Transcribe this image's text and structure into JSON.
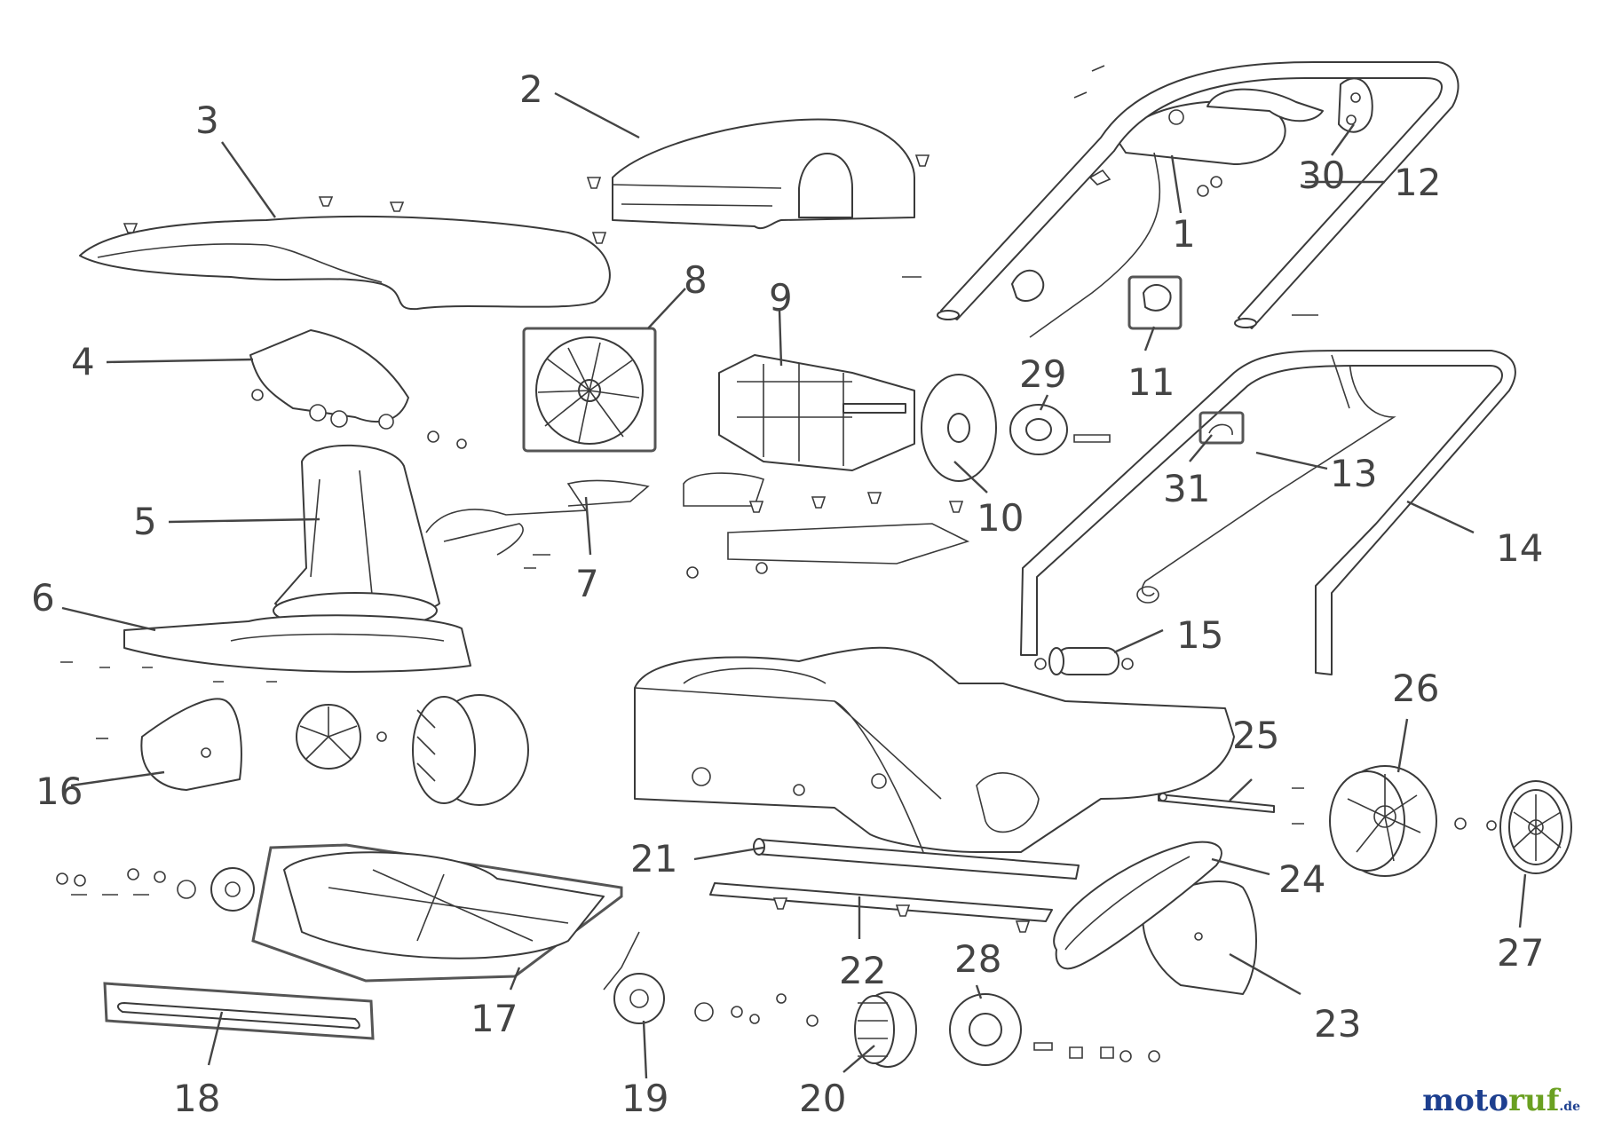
{
  "callouts": [
    {
      "id": "1",
      "text": "1"
    },
    {
      "id": "2",
      "text": "2"
    },
    {
      "id": "3",
      "text": "3"
    },
    {
      "id": "4",
      "text": "4"
    },
    {
      "id": "5",
      "text": "5"
    },
    {
      "id": "6",
      "text": "6"
    },
    {
      "id": "7",
      "text": "7"
    },
    {
      "id": "8",
      "text": "8"
    },
    {
      "id": "9",
      "text": "9"
    },
    {
      "id": "10",
      "text": "10"
    },
    {
      "id": "11",
      "text": "11"
    },
    {
      "id": "12",
      "text": "12"
    },
    {
      "id": "13",
      "text": "13"
    },
    {
      "id": "14",
      "text": "14"
    },
    {
      "id": "15",
      "text": "15"
    },
    {
      "id": "16",
      "text": "16"
    },
    {
      "id": "17",
      "text": "17"
    },
    {
      "id": "18",
      "text": "18"
    },
    {
      "id": "19",
      "text": "19"
    },
    {
      "id": "20",
      "text": "20"
    },
    {
      "id": "21",
      "text": "21"
    },
    {
      "id": "22a",
      "text": "22"
    },
    {
      "id": "22b",
      "text": "22"
    },
    {
      "id": "23",
      "text": "23"
    },
    {
      "id": "24",
      "text": "24"
    },
    {
      "id": "25",
      "text": "25"
    },
    {
      "id": "26",
      "text": "26"
    },
    {
      "id": "27",
      "text": "27"
    },
    {
      "id": "28",
      "text": "28"
    },
    {
      "id": "29",
      "text": "29"
    },
    {
      "id": "30",
      "text": "30"
    },
    {
      "id": "31",
      "text": "31"
    }
  ],
  "watermark": {
    "part1": "moto",
    "part2": "ruf",
    "suffix": ".de"
  },
  "colors": {
    "line": "#3a3a3a",
    "label": "#444444",
    "logo_blue": "#1d3f8f",
    "logo_green": "#6aa021"
  }
}
